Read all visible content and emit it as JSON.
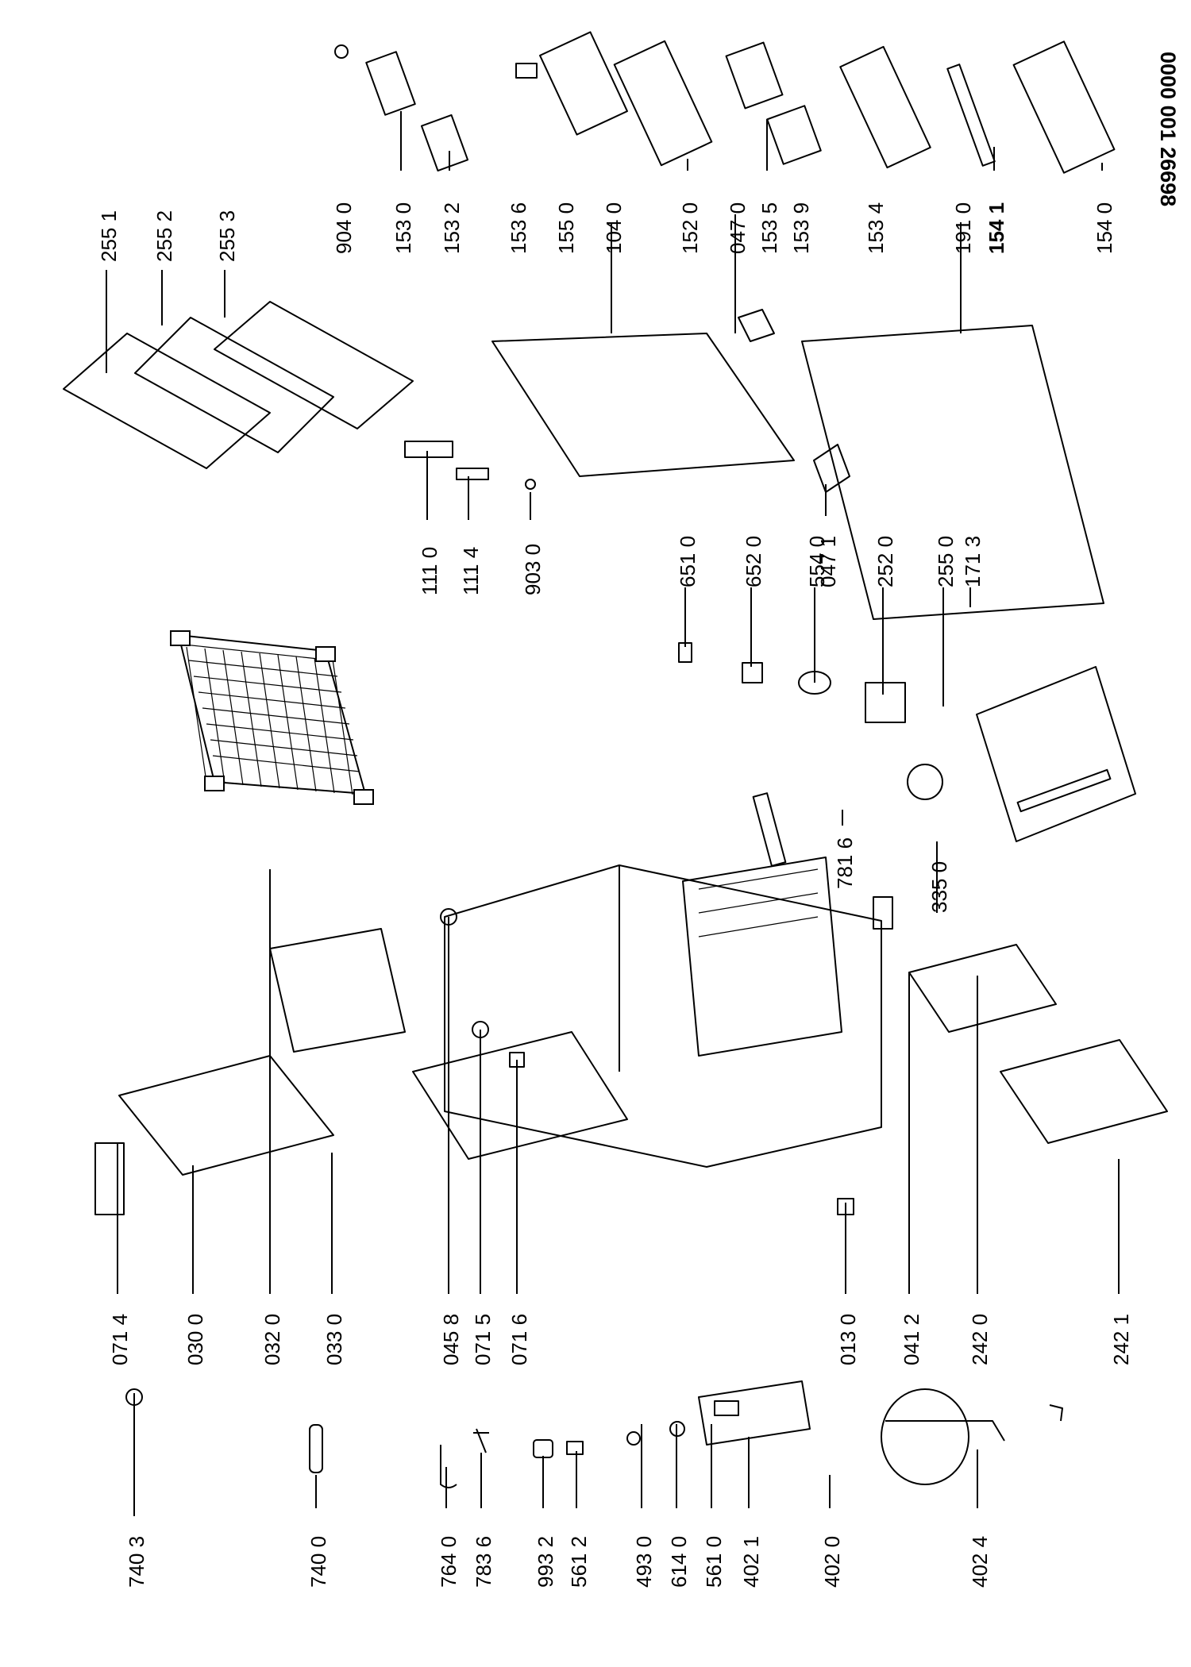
{
  "document": {
    "id": "0000 001 26698"
  },
  "labels": {
    "l7403": "740 3",
    "l7400": "740 0",
    "l7640": "764 0",
    "l7836": "783 6",
    "l9932": "993 2",
    "l5612": "561 2",
    "l4930": "493 0",
    "l6140": "614 0",
    "l5610": "561 0",
    "l4021": "402 1",
    "l4020": "402 0",
    "l4024": "402 4",
    "l0714": "071 4",
    "l0300": "030 0",
    "l0320": "032 0",
    "l0330": "033 0",
    "l0458": "045 8",
    "l0715": "071 5",
    "l0716": "071 6",
    "l0130": "013 0",
    "l0412": "041 2",
    "l2420": "242 0",
    "l2421": "242 1",
    "l6510": "651 0",
    "l6520": "652 0",
    "l5540": "554 0",
    "l2520": "252 0",
    "l2550": "255 0",
    "l1713": "171 3",
    "l7816": "781 6",
    "l3350": "335 0",
    "l1110": "111 0",
    "l1114": "111 4",
    "l9030": "903 0",
    "l0471": "047 1",
    "l2551": "255 1",
    "l2552": "255 2",
    "l2553": "255 3",
    "l9040": "904 0",
    "l1530": "153 0",
    "l1532": "153 2",
    "l1536": "153 6",
    "l1550": "155 0",
    "l1040": "104 0",
    "l1520": "152 0",
    "l0470": "047 0",
    "l1535": "153 5",
    "l1539": "153 9",
    "l1534": "153 4",
    "l1910": "191 0",
    "l1541": "154 1",
    "l1540": "154 0"
  }
}
